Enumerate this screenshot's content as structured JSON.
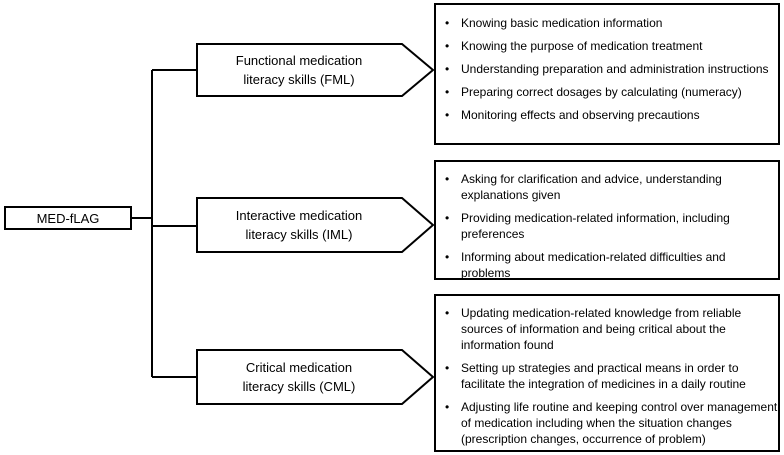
{
  "root": {
    "label": "MED-fLAG"
  },
  "categories": [
    {
      "label_line1": "Functional medication",
      "label_line2": "literacy skills (FML)",
      "items": [
        "Knowing basic medication information",
        "Knowing the purpose of medication treatment",
        "Understanding preparation and administration instructions",
        "Preparing correct dosages by calculating (numeracy)",
        "Monitoring effects and observing precautions"
      ]
    },
    {
      "label_line1": "Interactive medication",
      "label_line2": "literacy skills (IML)",
      "items": [
        "Asking for clarification and advice, understanding explanations given",
        "Providing medication-related information, including preferences",
        "Informing about medication-related difficulties and problems"
      ]
    },
    {
      "label_line1": "Critical medication",
      "label_line2": "literacy skills (CML)",
      "items": [
        "Updating medication-related knowledge from reliable sources of information and being critical about the information found",
        "Setting up strategies and practical means in order to facilitate the integration of medicines in a daily routine",
        "Adjusting life routine and keeping control over management of medication including when the situation changes (prescription changes, occurrence of problem)"
      ]
    }
  ],
  "bullet_symbol": "•"
}
